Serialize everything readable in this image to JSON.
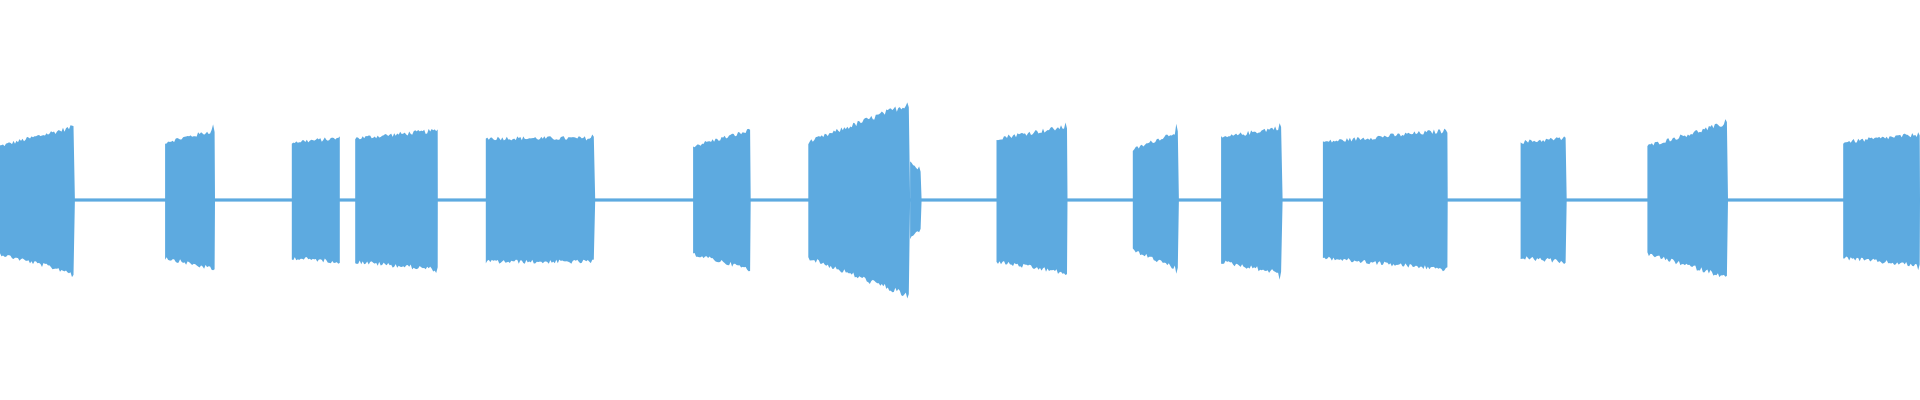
{
  "waveform": {
    "color": "#5DAAE0",
    "background": "#FFFFFF",
    "description_note": "",
    "segments": [
      {
        "start": 0.0,
        "end": 0.039,
        "amp_start": 0.14,
        "amp_end": 0.19
      },
      {
        "start": 0.086,
        "end": 0.112,
        "amp_start": 0.15,
        "amp_end": 0.18
      },
      {
        "start": 0.152,
        "end": 0.177,
        "amp_start": 0.15,
        "amp_end": 0.16
      },
      {
        "start": 0.185,
        "end": 0.228,
        "amp_start": 0.16,
        "amp_end": 0.18
      },
      {
        "start": 0.253,
        "end": 0.31,
        "amp_start": 0.16,
        "amp_end": 0.16
      },
      {
        "start": 0.361,
        "end": 0.391,
        "amp_start": 0.14,
        "amp_end": 0.18
      },
      {
        "start": 0.421,
        "end": 0.474,
        "amp_start": 0.15,
        "amp_end": 0.25
      },
      {
        "start": 0.474,
        "end": 0.48,
        "amp_start": 0.1,
        "amp_end": 0.07
      },
      {
        "start": 0.519,
        "end": 0.556,
        "amp_start": 0.16,
        "amp_end": 0.19
      },
      {
        "start": 0.59,
        "end": 0.614,
        "amp_start": 0.13,
        "amp_end": 0.18
      },
      {
        "start": 0.636,
        "end": 0.668,
        "amp_start": 0.16,
        "amp_end": 0.19
      },
      {
        "start": 0.689,
        "end": 0.754,
        "amp_start": 0.15,
        "amp_end": 0.18
      },
      {
        "start": 0.792,
        "end": 0.816,
        "amp_start": 0.15,
        "amp_end": 0.16
      },
      {
        "start": 0.858,
        "end": 0.9,
        "amp_start": 0.14,
        "amp_end": 0.2
      },
      {
        "start": 0.96,
        "end": 1.0,
        "amp_start": 0.15,
        "amp_end": 0.17
      }
    ],
    "silence_amplitude": 0.004
  }
}
